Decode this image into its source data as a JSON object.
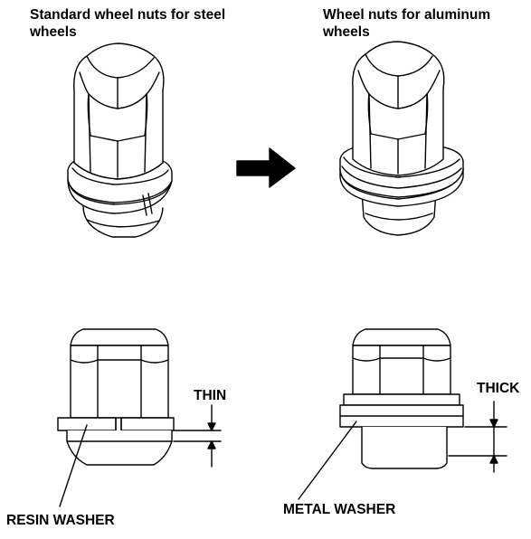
{
  "titles": {
    "standard": "Standard wheel nuts for steel wheels",
    "aluminum": "Wheel nuts for aluminum wheels"
  },
  "callouts": {
    "thin": "THIN",
    "thick": "THICK",
    "resin_washer": "RESIN WASHER",
    "metal_washer": "METAL WASHER"
  },
  "icons": [
    "arrow-right-icon"
  ]
}
